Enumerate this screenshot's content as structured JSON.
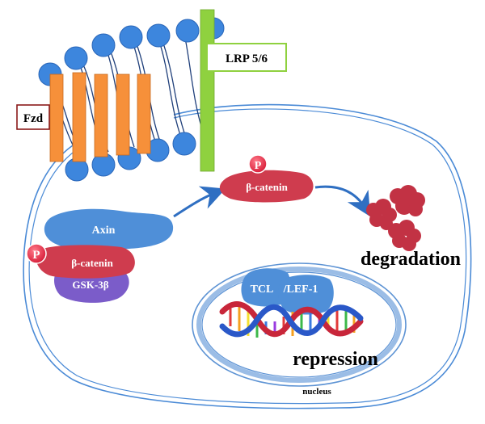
{
  "labels": {
    "fzd": "Fzd",
    "lrp": "LRP 5/6",
    "axin": "Axin",
    "p_left": "P",
    "beta_catenin_left": "β-catenin",
    "gsk": "GSK-3β",
    "p_top": "P",
    "beta_catenin_top": "β-catenin",
    "degradation": "degradation",
    "tcl": "TCL",
    "lef": "/LEF-1",
    "repression": "repression",
    "nucleus": "nucleus"
  },
  "colors": {
    "membrane_head": "#3d86dd",
    "membrane_head_stroke": "#2a66b8",
    "fzd_bar": "#f6903a",
    "lrp_bar": "#8fd13f",
    "lrp_box_stroke": "#8fd13f",
    "fzd_box_stroke": "#8b1a1a",
    "cell_outline": "#4a8ad6",
    "axin": "#4f8fd8",
    "beta_catenin": "#cf3c4e",
    "gsk": "#7b5cc9",
    "phospho": "#e8314a",
    "degradation_blob": "#c23244",
    "arrow": "#2f6fc2",
    "nucleus_outline": "#5d93d4",
    "tcl_lef": "#4f8fd8",
    "text_dark": "#000000",
    "text_light": "#ffffff"
  }
}
